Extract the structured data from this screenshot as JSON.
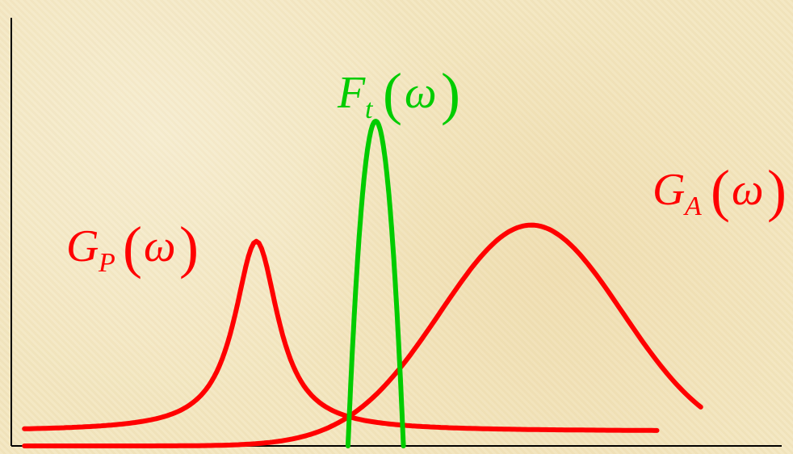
{
  "colors": {
    "background": "#f3e6bf",
    "passband": "#ff0000",
    "transfer": "#00cc00",
    "axis": "#000000"
  },
  "labels": {
    "gp": {
      "main": "G",
      "sub": "P",
      "arg": "ω",
      "open": "(",
      "close": ")"
    },
    "ft": {
      "main": "F",
      "sub": "t",
      "arg": "ω",
      "open": "(",
      "close": ")"
    },
    "ga": {
      "main": "G",
      "sub": "A",
      "arg": "ω",
      "open": "(",
      "close": ")"
    }
  },
  "curves": {
    "gp": {
      "type": "lorentzian",
      "center": 0.318,
      "width": 0.085,
      "peak": 0.63,
      "baseline": 0.0
    },
    "ft": {
      "type": "parabolic",
      "center": 0.473,
      "halfwidth": 0.036,
      "peak": 1.0
    },
    "ga": {
      "type": "gaussian",
      "center": 0.675,
      "sigma": 0.118,
      "peak": 0.68,
      "end": 0.895
    }
  }
}
